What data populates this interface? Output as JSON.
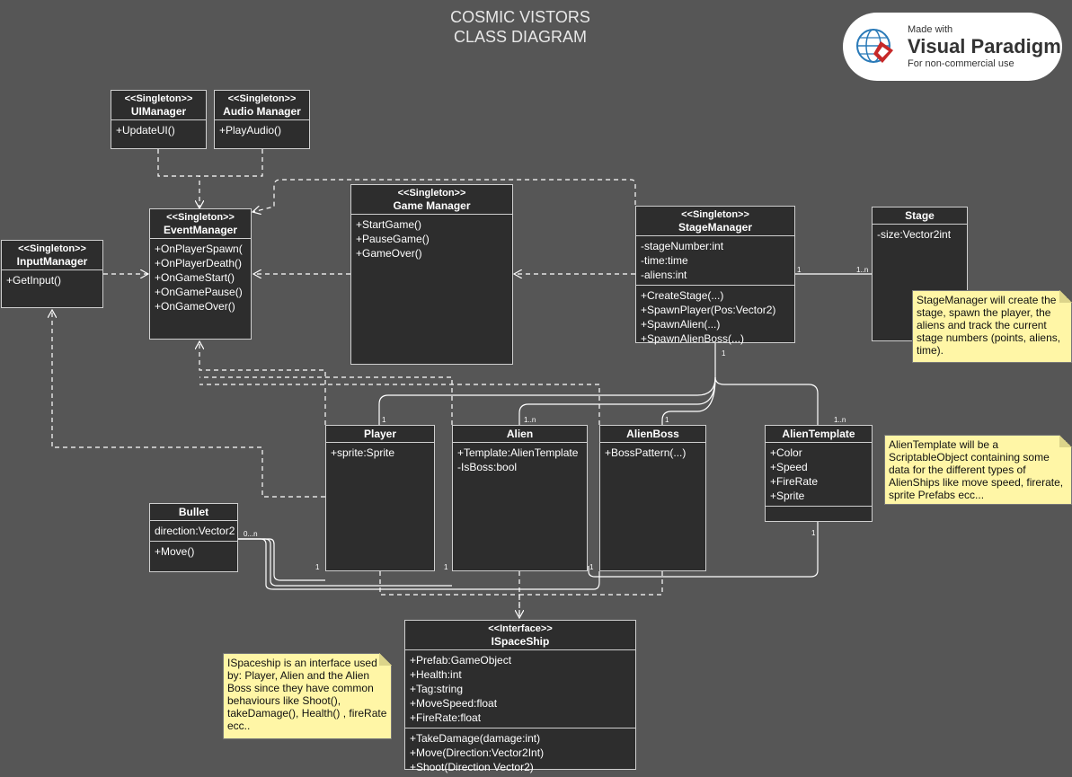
{
  "title": [
    "COSMIC VISTORS",
    "CLASS DIAGRAM"
  ],
  "badge": {
    "line1": "Made with",
    "line2": "Visual Paradigm",
    "line3": "For non-commercial use"
  },
  "classes": {
    "ui_manager": {
      "stereotype": "<<Singleton>>",
      "name": "UIManager",
      "operations": [
        "+UpdateUI()"
      ]
    },
    "audio_manager": {
      "stereotype": "<<Singleton>>",
      "name": "Audio Manager",
      "operations": [
        "+PlayAudio()"
      ]
    },
    "input_manager": {
      "stereotype": "<<Singleton>>",
      "name": "InputManager",
      "operations": [
        "+GetInput()"
      ]
    },
    "event_manager": {
      "stereotype": "<<Singleton>>",
      "name": "EventManager",
      "operations": [
        "+OnPlayerSpawn(",
        "+OnPlayerDeath()",
        "+OnGameStart()",
        "+OnGamePause()",
        "+OnGameOver()"
      ]
    },
    "game_manager": {
      "stereotype": "<<Singleton>>",
      "name": "Game Manager",
      "operations": [
        "+StartGame()",
        "+PauseGame()",
        "+GameOver()"
      ]
    },
    "stage_manager": {
      "stereotype": "<<Singleton>>",
      "name": "StageManager",
      "attributes": [
        "-stageNumber:int",
        "-time:time",
        "-aliens:int"
      ],
      "operations": [
        "+CreateStage(...)",
        "+SpawnPlayer(Pos:Vector2)",
        "+SpawnAlien(...)",
        "+SpawnAlienBoss(...)"
      ]
    },
    "stage": {
      "name": "Stage",
      "attributes": [
        "-size:Vector2int"
      ]
    },
    "player": {
      "name": "Player",
      "attributes": [
        "+sprite:Sprite"
      ]
    },
    "alien": {
      "name": "Alien",
      "attributes": [
        "+Template:AlienTemplate",
        "-IsBoss:bool"
      ]
    },
    "alien_boss": {
      "name": "AlienBoss",
      "operations": [
        "+BossPattern(...)"
      ]
    },
    "alien_template": {
      "name": "AlienTemplate",
      "attributes": [
        "+Color",
        "+Speed",
        "+FireRate",
        "+Sprite"
      ]
    },
    "bullet": {
      "name": "Bullet",
      "attributes": [
        "direction:Vector2"
      ],
      "operations": [
        "+Move()"
      ]
    },
    "ispaceship": {
      "stereotype": "<<Interface>>",
      "name": "ISpaceShip",
      "attributes": [
        "+Prefab:GameObject",
        "+Health:int",
        "+Tag:string",
        "+MoveSpeed:float",
        "+FireRate:float"
      ],
      "operations": [
        "+TakeDamage(damage:int)",
        "+Move(Direction:Vector2Int)",
        "+Shoot(Direction Vector2)"
      ]
    }
  },
  "notes": {
    "stage_manager": "StageManager will create the stage, spawn the player, the aliens and track the current stage numbers (points, aliens, time).",
    "alien_template": "AlienTemplate will be a ScriptableObject containing some data for the different types of AlienShips like move speed, firerate, sprite Prefabs ecc...",
    "ispaceship": "ISpaceship is an interface used by: Player, Alien and the Alien Boss since they have common behaviours like Shoot(), takeDamage(), Health() , fireRate ecc.."
  },
  "multiplicities": {
    "sm_stage_a": "1",
    "sm_stage_b": "1..n",
    "sm_down": "1",
    "player": "1",
    "alien": "1..n",
    "boss": "1",
    "template": "1..n",
    "template_bottom": "1",
    "bullet": "0...n",
    "player_b": "1",
    "alien_b": "1",
    "boss_b": "1"
  }
}
